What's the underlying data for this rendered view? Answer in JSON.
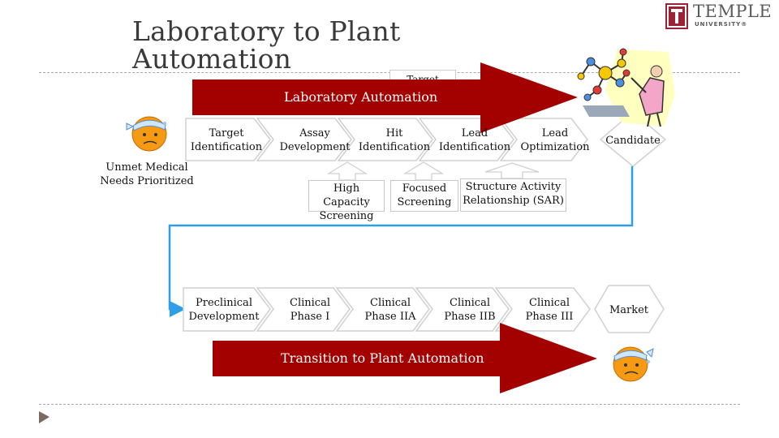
{
  "slide": {
    "title_line1": "Laboratory to Plant",
    "title_line2": "Automation"
  },
  "logo": {
    "name": "TEMPLE",
    "sub": "UNIVERSITY",
    "mark": "®",
    "color": "#9d2235"
  },
  "arrows": {
    "lab": "Laboratory Automation",
    "plant": "Transition to Plant Automation",
    "color": "#a30000"
  },
  "hidden_fragment": "Target",
  "unmet": {
    "line1": "Unmet Medical",
    "line2": "Needs Prioritized"
  },
  "row1": [
    {
      "line1": "Target",
      "line2": "Identification"
    },
    {
      "line1": "Assay",
      "line2": "Development"
    },
    {
      "line1": "Hit",
      "line2": "Identification"
    },
    {
      "line1": "Lead",
      "line2": "Identification"
    },
    {
      "line1": "Lead",
      "line2": "Optimization"
    }
  ],
  "candidate": "Candidate",
  "sub_boxes": [
    {
      "line1": "High Capacity",
      "line2": "Screening"
    },
    {
      "line1": "Focused",
      "line2": "Screening"
    },
    {
      "line1": "Structure Activity",
      "line2": "Relationship (SAR)"
    }
  ],
  "row2": [
    {
      "line1": "Preclinical",
      "line2": "Development"
    },
    {
      "line1": "Clinical",
      "line2": "Phase I"
    },
    {
      "line1": "Clinical",
      "line2": "Phase IIA"
    },
    {
      "line1": "Clinical",
      "line2": "Phase IIB"
    },
    {
      "line1": "Clinical",
      "line2": "Phase III"
    }
  ],
  "market": "Market",
  "connector_color": "#2f9ee8"
}
